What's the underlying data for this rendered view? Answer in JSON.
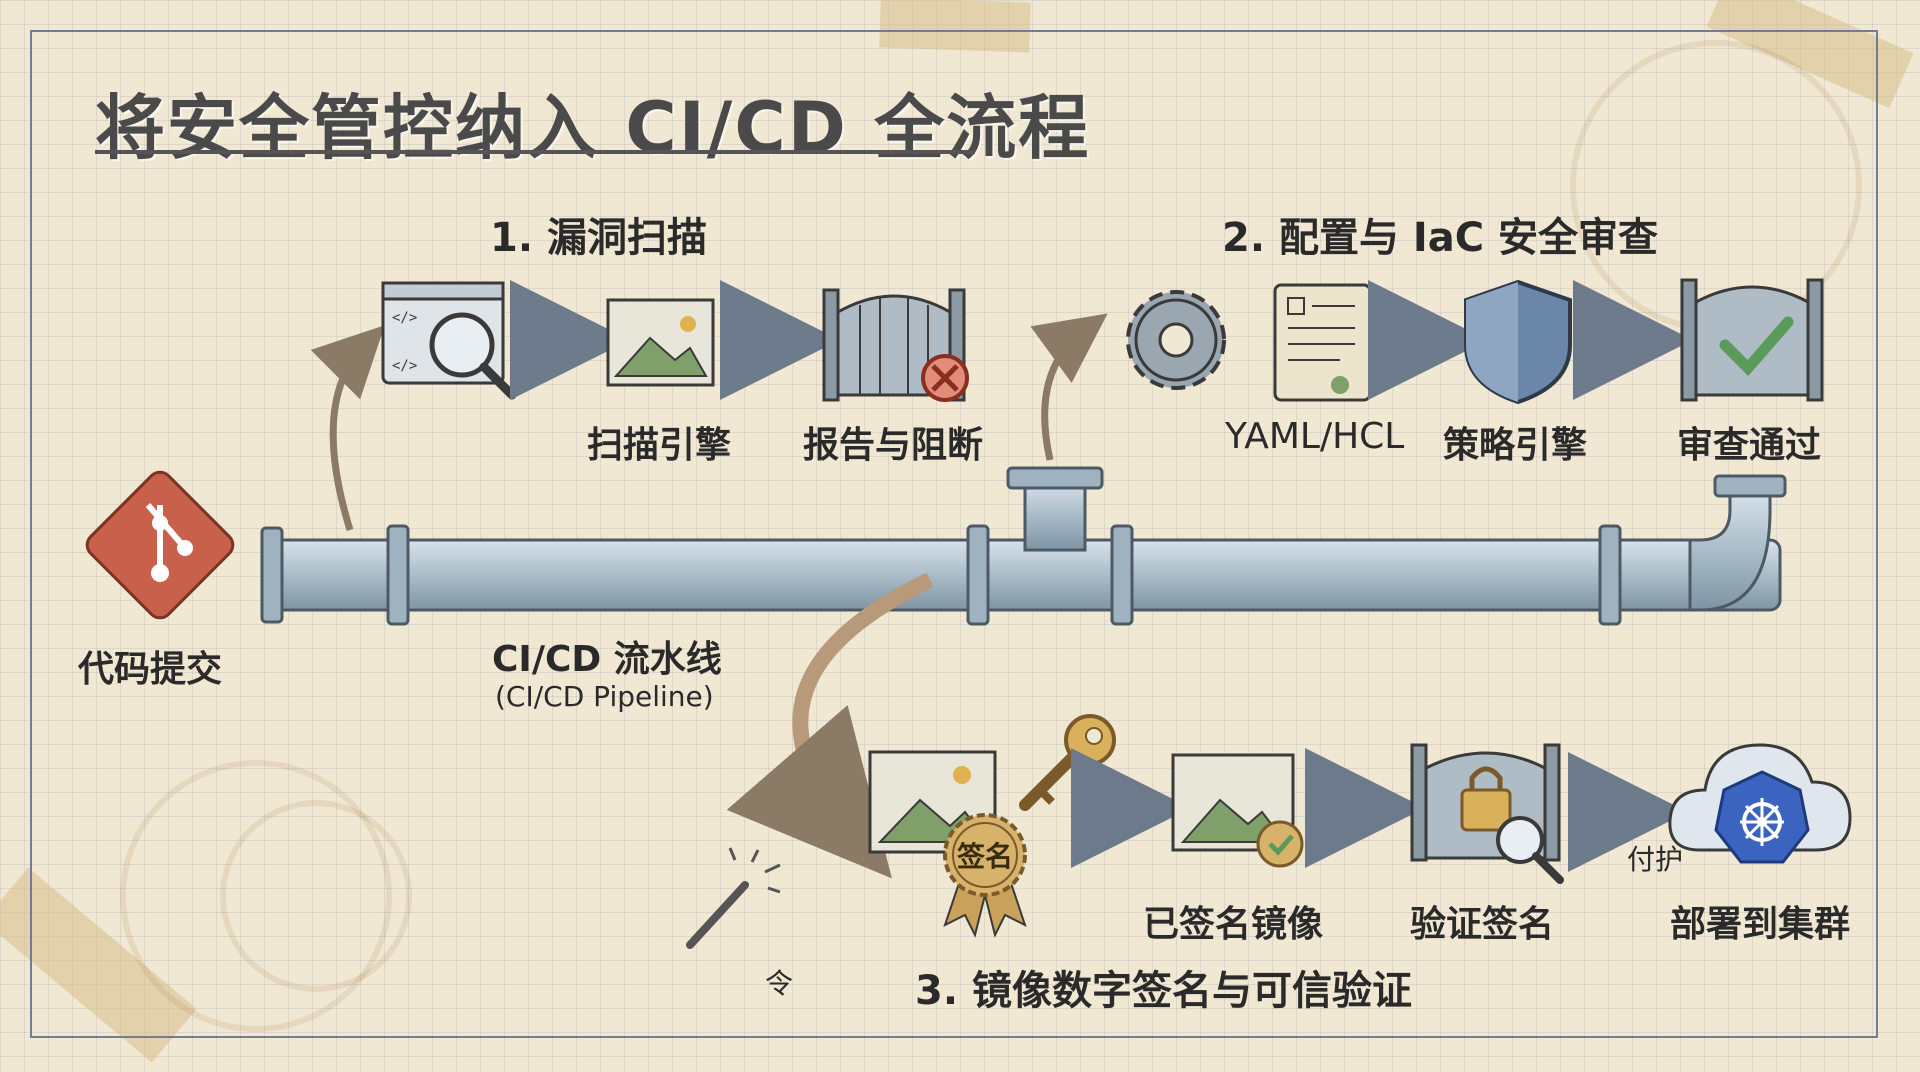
{
  "title": "将安全管控纳入 CI/CD 全流程",
  "sections": {
    "scan": "1. 漏洞扫描",
    "iac": "2. 配置与 IaC 安全审查",
    "sign": "3. 镜像数字签名与可信验证"
  },
  "labels": {
    "commit": "代码提交",
    "scan_engine": "扫描引擎",
    "report_block": "报告与阻断",
    "yaml": "YAML/HCL",
    "policy_engine": "策略引擎",
    "review_pass": "审查通过",
    "signed_image": "已签名镜像",
    "verify_sign": "验证签名",
    "deploy_cluster": "部署到集群",
    "seal": "签名",
    "fuhu": "付护",
    "ling": "令"
  },
  "pipeline": {
    "name": "CI/CD 流水线",
    "name_en": "(CI/CD Pipeline)"
  },
  "code_tags": [
    "</>",
    "</>"
  ],
  "colors": {
    "pipe": "#aebfcb",
    "git": "#c9604c",
    "arrow": "#6d7a8c",
    "shield": "#6a86a8",
    "gold": "#d9b15c",
    "k8s": "#3b64c0",
    "check": "#5a9a5a",
    "ink": "#3a3a3a"
  }
}
